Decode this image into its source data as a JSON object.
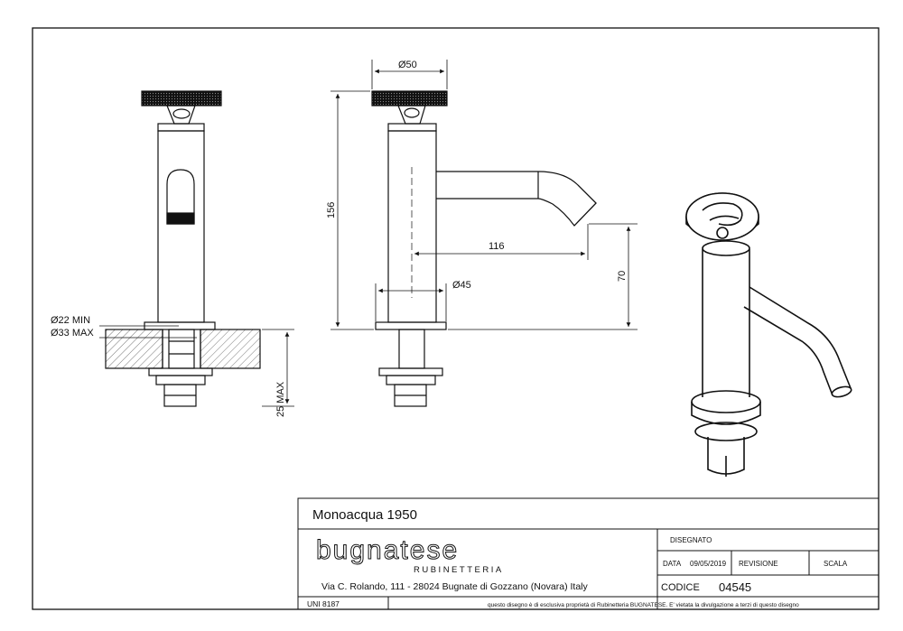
{
  "drawing": {
    "dimensions": {
      "knob_diameter": "Ø50",
      "total_height": "156",
      "spout_reach": "116",
      "spout_height": "70",
      "base_diameter": "Ø45",
      "hole_min": "Ø22 MIN",
      "hole_max": "Ø33 MAX",
      "deck_thickness": "25 MAX"
    }
  },
  "title_block": {
    "product_name": "Monoacqua 1950",
    "brand": "bugnatese",
    "brand_sub": "RUBINETTERIA",
    "address": "Via C. Rolando, 111 - 28024 Bugnate di Gozzano (Novara) Italy",
    "norm": "UNI 8187",
    "disclaimer": "questo disegno è di esclusiva proprietà di Rubinetteria BUGNATESE. E' vietata la divulgazione a terzi di questo disegno",
    "disegnato_label": "DISEGNATO",
    "data_label": "DATA",
    "data_value": "09/05/2019",
    "revisione_label": "REVISIONE",
    "scala_label": "SCALA",
    "codice_label": "CODICE",
    "codice_value": "04545"
  },
  "colors": {
    "line": "#111111",
    "hatch": "#555555",
    "paper": "#ffffff"
  }
}
